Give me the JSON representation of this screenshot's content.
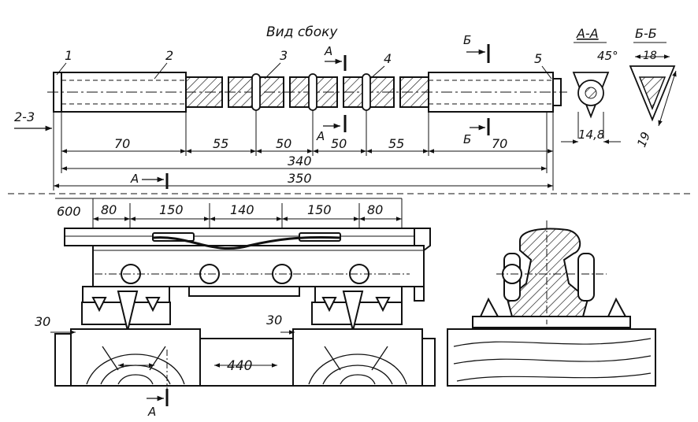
{
  "title": "Вид сбоку",
  "parts": [
    "1",
    "2",
    "3",
    "4",
    "5",
    "2-3"
  ],
  "dims_top": [
    "70",
    "55",
    "50",
    "50",
    "55",
    "70",
    "340",
    "350"
  ],
  "dims_bottom": [
    "600",
    "80",
    "150",
    "140",
    "150",
    "80",
    "30",
    "30",
    "440"
  ],
  "section_a": {
    "title": "А-А",
    "dim": "14,8",
    "marker": "А"
  },
  "section_b": {
    "title": "Б-Б",
    "angle": "45°",
    "dim_top": "18",
    "dim_side": "19",
    "marker": "Б"
  }
}
